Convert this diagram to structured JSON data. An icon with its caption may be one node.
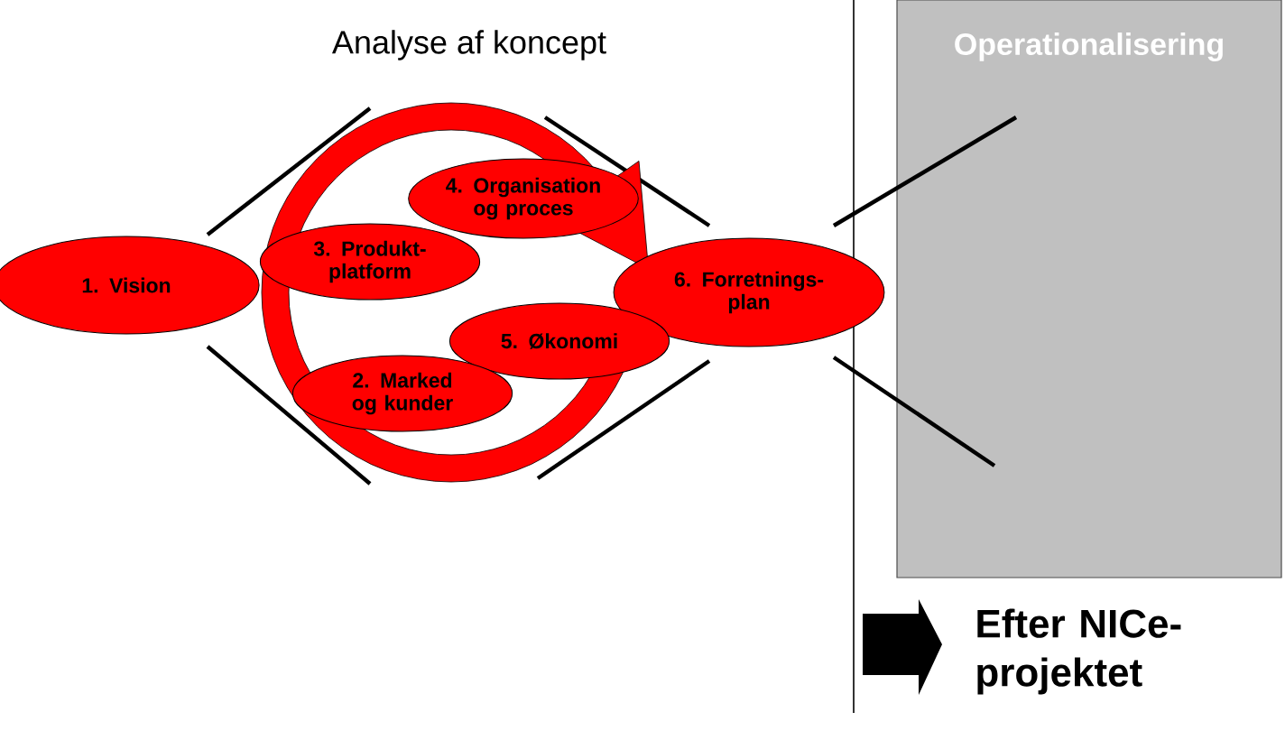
{
  "diagram": {
    "nodes": [
      {
        "text": [
          "1. Vision"
        ]
      },
      {
        "text": [
          "4. Organisation og proces"
        ]
      },
      {
        "text": [
          "3. Produkt-platform"
        ]
      },
      {
        "text": [
          "6. Forretnings-plan"
        ]
      },
      {
        "text": [
          "5. Økonomi"
        ]
      },
      {
        "text": [
          "2. Marked og kunder"
        ]
      },
      {
        "text": [
          "Operationalisering"
        ]
      }
    ],
    "labels": [
      "Analyse af koncept",
      "Efter NICe-projektet"
    ]
  }
}
